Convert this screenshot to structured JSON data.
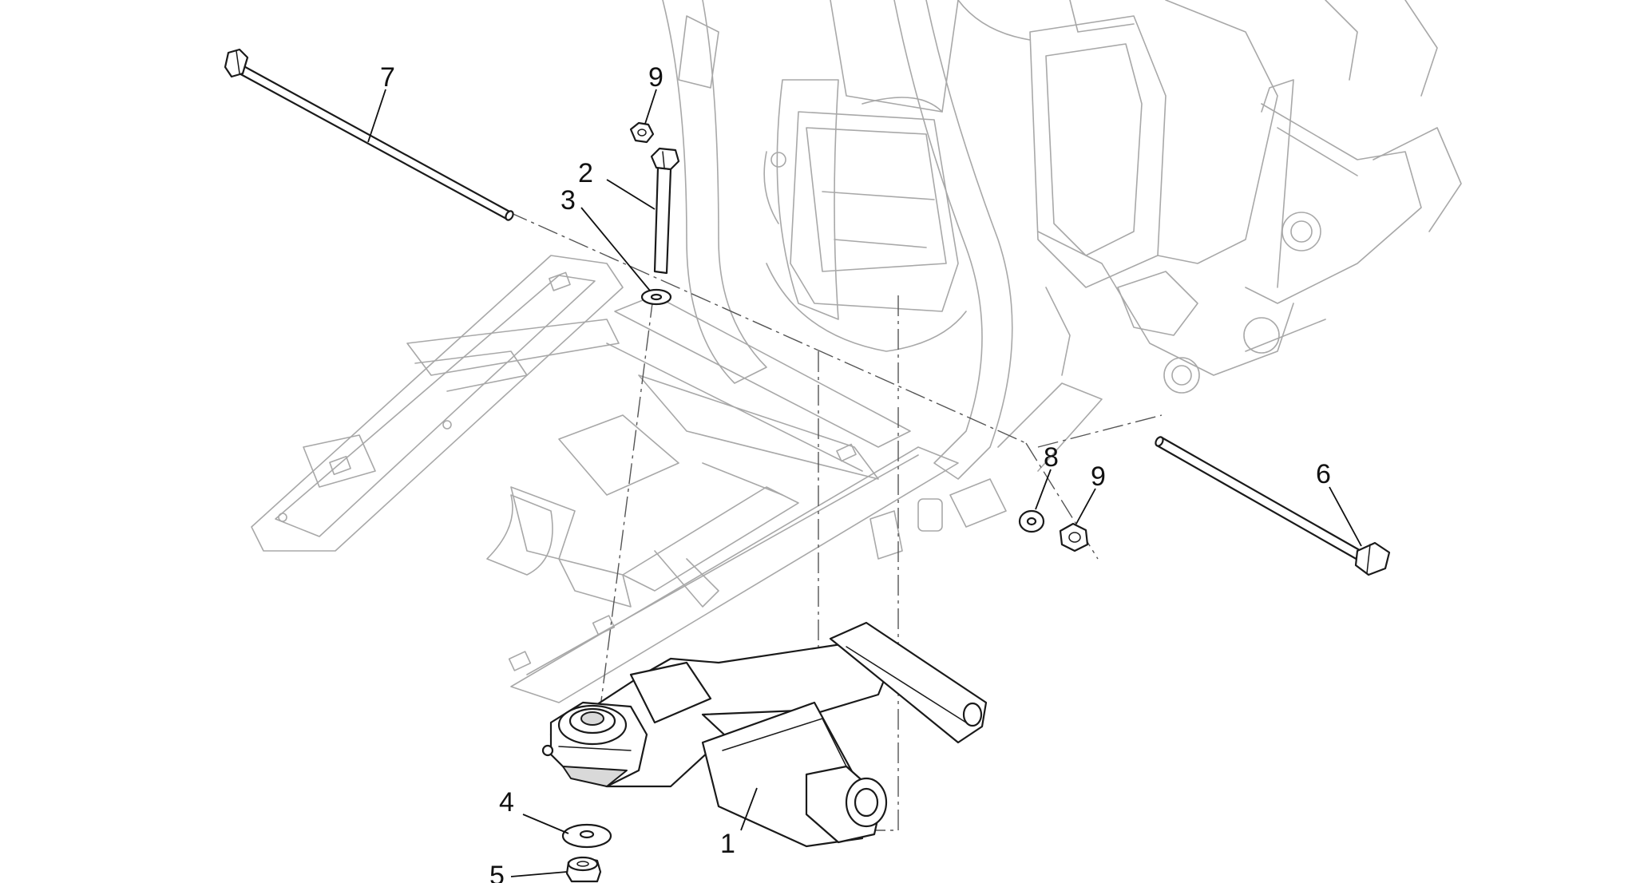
{
  "callouts": {
    "c1": "1",
    "c2": "2",
    "c3": "3",
    "c4": "4",
    "c5": "5",
    "c6": "6",
    "c7": "7",
    "c8": "8",
    "c9a": "9",
    "c9b": "9"
  }
}
